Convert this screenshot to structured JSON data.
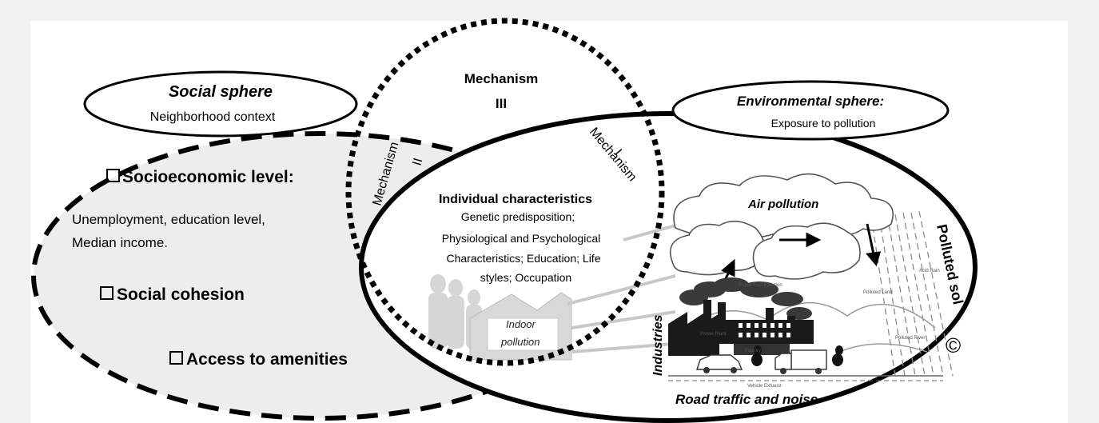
{
  "social": {
    "title": "Social sphere",
    "subtitle": "Neighborhood context",
    "items": [
      {
        "label": "Socioeconomic level:"
      },
      {
        "label": "Social cohesion"
      },
      {
        "label": "Access to amenities"
      }
    ],
    "detail_lines": [
      "Unemployment,  education level,",
      "Median income."
    ]
  },
  "environmental": {
    "title": "Environmental  sphere:",
    "subtitle": "Exposure to pollution",
    "air": "Air pollution",
    "sol": "Polluted sol",
    "industries": "Industries",
    "traffic": "Road traffic and noise",
    "copyright": "©",
    "small_labels": [
      "Power Plant",
      "Factory",
      "Vehicle Exhaust",
      "Polluted Land",
      "Polluted River",
      "Acid Rain",
      "Fossil Fuel Pollution"
    ]
  },
  "mechanisms": {
    "m3_line1": "Mechanism",
    "m3_line2": "III",
    "m2_line1": "Mechanism",
    "m2_line2": "II",
    "m1_line1": "Mechanism",
    "m1_line2": "I"
  },
  "individual": {
    "title": "Individual characteristics",
    "lines": [
      "Genetic predisposition;",
      "Physiological and Psychological",
      "Characteristics; Education; Life",
      "styles; Occupation"
    ],
    "indoor_line1": "Indoor",
    "indoor_line2": "pollution"
  }
}
